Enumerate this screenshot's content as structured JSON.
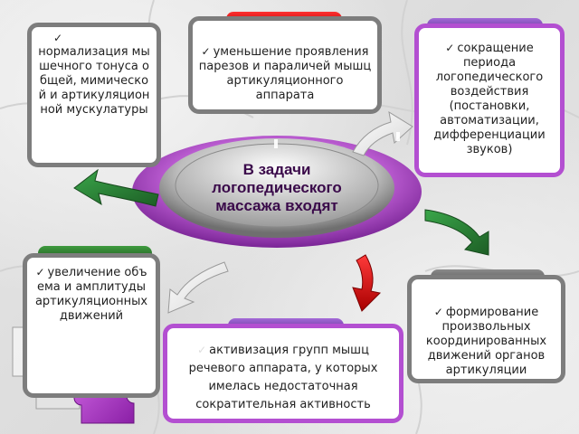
{
  "center": {
    "title": "В задачи логопедического массажа входят"
  },
  "items": [
    {
      "id": "top-left",
      "text": "нормализация мышечного тонуса общей, мимической и артикуляционной мускулатуры"
    },
    {
      "id": "top-mid",
      "text": "уменьшение проявления парезов и параличей мышц артикуляционного аппарата"
    },
    {
      "id": "top-right",
      "text": "сокращение периода логопедического воздействия (постановки, автоматизации, дифференциации звуков)"
    },
    {
      "id": "mid-left",
      "text": "увеличение объема и амплитуды артикуляционных движений"
    },
    {
      "id": "bottom-mid",
      "text": "активизация групп мышц речевого аппарата, у которых имелась недостаточная сократительная активность"
    },
    {
      "id": "mid-right",
      "text": "формирование произвольных координированных движений органов артикуляции"
    }
  ],
  "icons": {
    "check": "✓"
  },
  "colors": {
    "red": "#e01010",
    "violet": "#7d3fb3",
    "green": "#2e7d32",
    "gray": "#7d7d7d",
    "purple": "#b34fd1"
  }
}
